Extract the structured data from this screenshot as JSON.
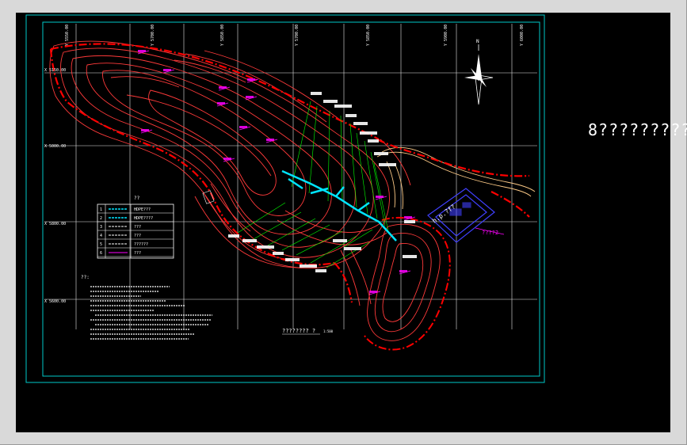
{
  "side_label": "8?????????",
  "coords": {
    "y_labels": [
      "Y 5550.00",
      "Y 5700.00",
      "Y 5850.00",
      "Y 5700.00",
      "Y 5850.00",
      "Y 5900.00",
      "Y 6000.00"
    ],
    "x_labels": [
      "X 5150.00",
      "X 5000.00",
      "X 5800.00",
      "X 5600.00"
    ]
  },
  "legend": {
    "title": "??",
    "rows": [
      {
        "num": "1",
        "desc": "HDPE???"
      },
      {
        "num": "2",
        "desc": "HDPE????"
      },
      {
        "num": "3",
        "desc": "???"
      },
      {
        "num": "4",
        "desc": "???"
      },
      {
        "num": "5",
        "desc": "??????"
      },
      {
        "num": "6",
        "desc": "???"
      }
    ]
  },
  "notes_title": "??:",
  "plan_title": "???????? ?",
  "scale_text": "1:500",
  "site_label": "????2",
  "callout_labels": [
    "B-?",
    "??????",
    "????",
    "??????",
    "????",
    "????",
    "????",
    "????",
    "??????",
    "??"
  ],
  "colors": {
    "background": "#000000",
    "frame_border": "#00c8c8",
    "grid": "#ffffff",
    "contour": "#ff3a3a",
    "boundary": "#ff0000",
    "pipe": "#00e5ff",
    "leader": "#00ff00",
    "magenta": "#ff00ff",
    "building": "#4040ff",
    "road": "#ffcc88"
  }
}
